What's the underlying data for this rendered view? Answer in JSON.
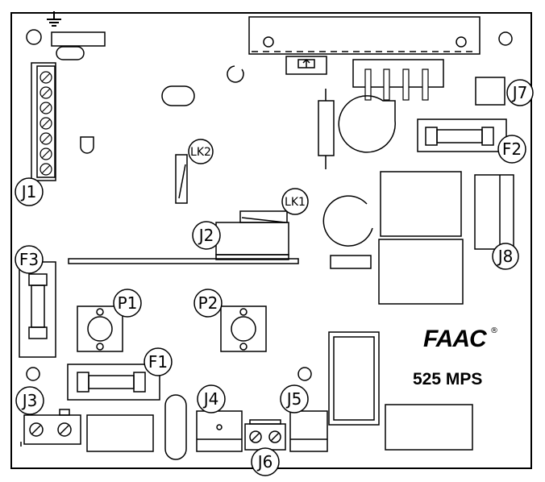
{
  "labels": {
    "J1": "J1",
    "J2": "J2",
    "J3": "J3",
    "J4": "J4",
    "J5": "J5",
    "J6": "J6",
    "J7": "J7",
    "J8": "J8",
    "F1": "F1",
    "F2": "F2",
    "F3": "F3",
    "P1": "P1",
    "P2": "P2",
    "LK1": "LK1",
    "LK2": "LK2"
  },
  "brand": {
    "logo": "FAAC",
    "registered_mark": "®",
    "model": "525 MPS"
  },
  "icons": {
    "ground": "ground-symbol-icon"
  }
}
